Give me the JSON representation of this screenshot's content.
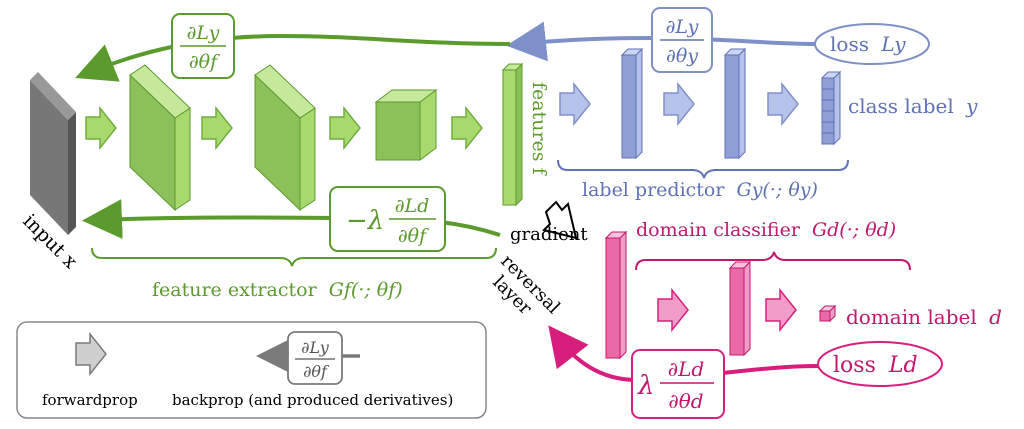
{
  "colors": {
    "green": "#5b9a2c",
    "green_fill": "#a8d96c",
    "green_dark": "#6fae3a",
    "blue": "#7e90c8",
    "blue_fill": "#b6c2ea",
    "pink": "#d81e7c",
    "pink_fill": "#f29cc8",
    "gray": "#7a7a7a",
    "gray_fill": "#cfcfcf"
  },
  "labels": {
    "input": "input x",
    "features": "features f",
    "class_label": "class label",
    "class_var": "y",
    "domain_label": "domain label",
    "domain_var": "d",
    "feature_extractor": "feature extractor",
    "feature_extractor_math": "Gf(·; θf)",
    "label_predictor": "label predictor",
    "label_predictor_math": "Gy(·; θy)",
    "domain_classifier": "domain classifier",
    "domain_classifier_math": "Gd(·; θd)",
    "grl_1": "gradient",
    "grl_2": "reversal",
    "grl_3": "layer"
  },
  "losses": {
    "loss_y_word": "loss",
    "loss_y_var": "Ly",
    "loss_d_word": "loss",
    "loss_d_var": "Ld"
  },
  "derivatives": {
    "dLy_dtheta_f": {
      "num": "∂Ly",
      "den": "∂θf"
    },
    "dLy_dtheta_y": {
      "num": "∂Ly",
      "den": "∂θy"
    },
    "neg_lambda_dLd_dtheta_f": {
      "prefix": "−λ",
      "num": "∂Ld",
      "den": "∂θf"
    },
    "lambda_dLd_dtheta_d": {
      "prefix": "λ",
      "num": "∂Ld",
      "den": "∂θd"
    }
  },
  "legend": {
    "forwardprop": "forwardprop",
    "backprop": "backprop (and produced derivatives)",
    "num": "∂Ly",
    "den": "∂θf"
  }
}
